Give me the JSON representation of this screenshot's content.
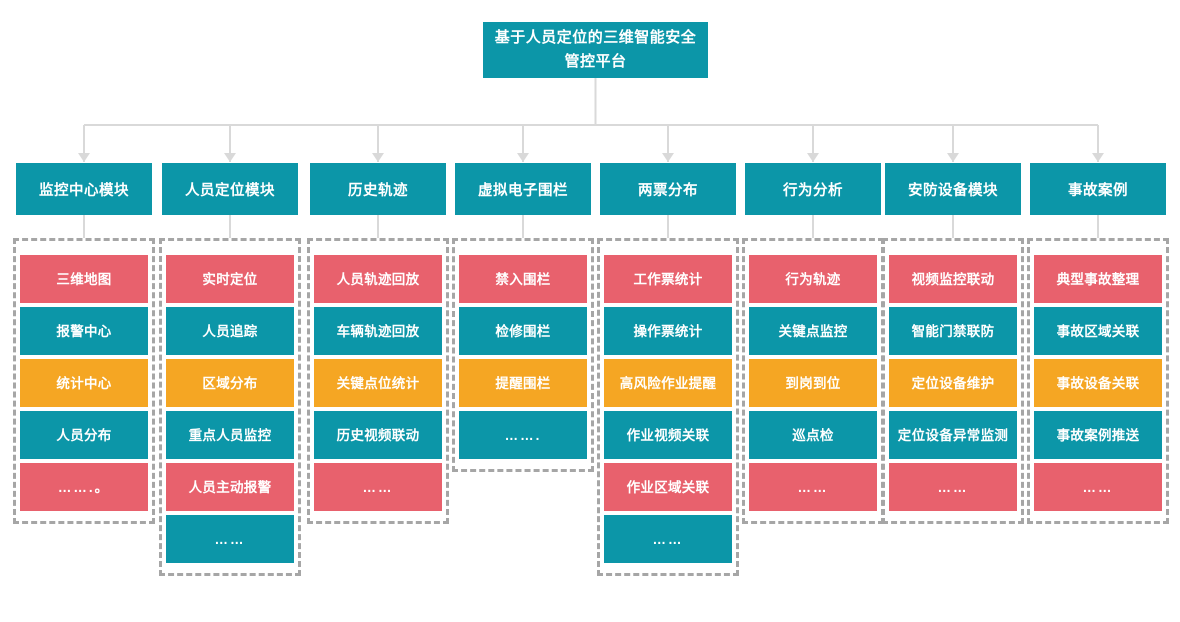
{
  "title": "基于人员定位的三维智能安全管控平台",
  "colors": {
    "header": "#0c96a8",
    "red": "#e8616d",
    "teal": "#0c96a8",
    "amber": "#f5a623",
    "connector": "#d9d9d9",
    "group_border": "#a6a6a6",
    "background": "#ffffff"
  },
  "columns": [
    {
      "header": "监控中心模块",
      "items": [
        {
          "label": "三维地图",
          "color": "red"
        },
        {
          "label": "报警中心",
          "color": "teal"
        },
        {
          "label": "统计中心",
          "color": "amber"
        },
        {
          "label": "人员分布",
          "color": "teal"
        },
        {
          "label": "…….。",
          "color": "red"
        }
      ]
    },
    {
      "header": "人员定位模块",
      "items": [
        {
          "label": "实时定位",
          "color": "red"
        },
        {
          "label": "人员追踪",
          "color": "teal"
        },
        {
          "label": "区域分布",
          "color": "amber"
        },
        {
          "label": "重点人员监控",
          "color": "teal"
        },
        {
          "label": "人员主动报警",
          "color": "red"
        },
        {
          "label": "……",
          "color": "teal"
        }
      ]
    },
    {
      "header": "历史轨迹",
      "items": [
        {
          "label": "人员轨迹回放",
          "color": "red"
        },
        {
          "label": "车辆轨迹回放",
          "color": "teal"
        },
        {
          "label": "关键点位统计",
          "color": "amber"
        },
        {
          "label": "历史视频联动",
          "color": "teal"
        },
        {
          "label": "……",
          "color": "red"
        }
      ]
    },
    {
      "header": "虚拟电子围栏",
      "items": [
        {
          "label": "禁入围栏",
          "color": "red"
        },
        {
          "label": "检修围栏",
          "color": "teal"
        },
        {
          "label": "提醒围栏",
          "color": "amber"
        },
        {
          "label": "…….",
          "color": "teal"
        }
      ]
    },
    {
      "header": "两票分布",
      "items": [
        {
          "label": "工作票统计",
          "color": "red"
        },
        {
          "label": "操作票统计",
          "color": "teal"
        },
        {
          "label": "高风险作业提醒",
          "color": "amber"
        },
        {
          "label": "作业视频关联",
          "color": "teal"
        },
        {
          "label": "作业区域关联",
          "color": "red"
        },
        {
          "label": "……",
          "color": "teal"
        }
      ]
    },
    {
      "header": "行为分析",
      "items": [
        {
          "label": "行为轨迹",
          "color": "red"
        },
        {
          "label": "关键点监控",
          "color": "teal"
        },
        {
          "label": "到岗到位",
          "color": "amber"
        },
        {
          "label": "巡点检",
          "color": "teal"
        },
        {
          "label": "……",
          "color": "red"
        }
      ]
    },
    {
      "header": "安防设备模块",
      "items": [
        {
          "label": "视频监控联动",
          "color": "red"
        },
        {
          "label": "智能门禁联防",
          "color": "teal"
        },
        {
          "label": "定位设备维护",
          "color": "amber"
        },
        {
          "label": "定位设备异常监测",
          "color": "teal"
        },
        {
          "label": "……",
          "color": "red"
        }
      ]
    },
    {
      "header": "事故案例",
      "items": [
        {
          "label": "典型事故整理",
          "color": "red"
        },
        {
          "label": "事故区域关联",
          "color": "teal"
        },
        {
          "label": "事故设备关联",
          "color": "amber"
        },
        {
          "label": "事故案例推送",
          "color": "teal"
        },
        {
          "label": "……",
          "color": "red"
        }
      ]
    }
  ]
}
